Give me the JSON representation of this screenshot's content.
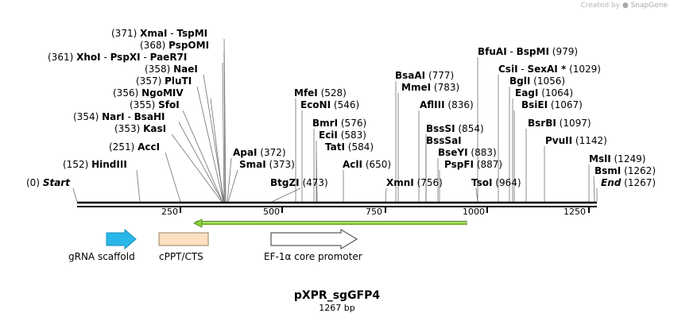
{
  "credit": {
    "prefix": "Created by",
    "brand": "SnapGene"
  },
  "map": {
    "title": "pXPR_sgGFP4",
    "subtitle": "1267 bp"
  },
  "ruler": {
    "ticks": [
      "250",
      "500",
      "750",
      "1000",
      "1250"
    ]
  },
  "features": [
    {
      "name": "gRNA scaffold",
      "color": "#29b7ea"
    },
    {
      "name": "cPPT/CTS",
      "color": "#fde0bf"
    },
    {
      "name": "EF-1α core promoter",
      "color": "#ffffff"
    }
  ],
  "orf": {
    "color": "#8bd23c"
  },
  "sites": [
    {
      "pos": "(371)",
      "name": "XmaI",
      "extra": "TspMI"
    },
    {
      "pos": "(368)",
      "name": "PspOMI"
    },
    {
      "pos": "(361)",
      "name": "XhoI",
      "extra": "PspXI",
      "extra2": "PaeR7I"
    },
    {
      "pos": "(358)",
      "name": "NaeI"
    },
    {
      "pos": "(357)",
      "name": "PluTI"
    },
    {
      "pos": "(356)",
      "name": "NgoMIV"
    },
    {
      "pos": "(355)",
      "name": "SfoI"
    },
    {
      "pos": "(354)",
      "name": "NarI",
      "extra": "BsaHI"
    },
    {
      "pos": "(353)",
      "name": "KasI"
    },
    {
      "pos": "(251)",
      "name": "AccI"
    },
    {
      "pos": "(152)",
      "name": "HindIII"
    },
    {
      "pos": "(0)",
      "name": "Start"
    },
    {
      "pos": "(372)",
      "name": "ApaI"
    },
    {
      "pos": "(373)",
      "name": "SmaI"
    },
    {
      "pos": "(473)",
      "name": "BtgZI"
    },
    {
      "pos": "(528)",
      "name": "MfeI"
    },
    {
      "pos": "(546)",
      "name": "EcoNI"
    },
    {
      "pos": "(576)",
      "name": "BmrI"
    },
    {
      "pos": "(583)",
      "name": "EciI"
    },
    {
      "pos": "(584)",
      "name": "TatI"
    },
    {
      "pos": "(650)",
      "name": "AclI"
    },
    {
      "pos": "(777)",
      "name": "BsaAI"
    },
    {
      "pos": "(783)",
      "name": "MmeI"
    },
    {
      "pos": "(836)",
      "name": "AflIII"
    },
    {
      "pos": "(854)",
      "name": "BssSI"
    },
    {
      "pos": "",
      "name": "BssSaI"
    },
    {
      "pos": "(883)",
      "name": "BseYI"
    },
    {
      "pos": "(887)",
      "name": "PspFI"
    },
    {
      "pos": "(756)",
      "name": "XmnI"
    },
    {
      "pos": "(964)",
      "name": "TsoI"
    },
    {
      "pos": "(979)",
      "name": "BfuAI",
      "extra": "BspMI"
    },
    {
      "pos": "(1029)",
      "name": "CsiI",
      "extra": "SexAI *"
    },
    {
      "pos": "(1056)",
      "name": "BglI"
    },
    {
      "pos": "(1064)",
      "name": "EagI"
    },
    {
      "pos": "(1067)",
      "name": "BsiEI"
    },
    {
      "pos": "(1097)",
      "name": "BsrBI"
    },
    {
      "pos": "(1142)",
      "name": "PvuII"
    },
    {
      "pos": "(1249)",
      "name": "MslI"
    },
    {
      "pos": "(1262)",
      "name": "BsmI"
    },
    {
      "pos": "(1267)",
      "name": "End"
    }
  ]
}
